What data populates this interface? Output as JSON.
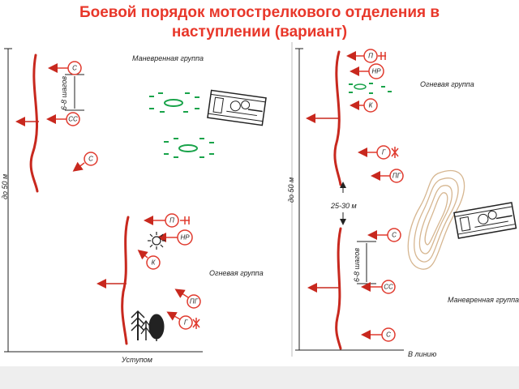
{
  "title": {
    "line1": "Боевой порядок мотострелкового отделения в",
    "line2": "наступлении (вариант)"
  },
  "left": {
    "distance": "до 50 м",
    "spacing": "6-8 шагов",
    "maneuver_group": "Маневренная группа",
    "fire_group": "Огневая группа",
    "caption": "Уступом",
    "roles": {
      "s1": "С",
      "ss": "СС",
      "s2": "С",
      "p": "П",
      "nr": "НР",
      "k": "К",
      "pg": "ПГ",
      "g": "Г"
    }
  },
  "right": {
    "distance": "до 50 м",
    "spacing": "6-8 шагов",
    "gap": "25-30 м",
    "fire_group": "Огневая группа",
    "maneuver_group": "Маневренная группа",
    "caption": "В линию",
    "roles": {
      "p": "П",
      "nr": "НР",
      "k": "К",
      "g": "Г",
      "pg": "ПГ",
      "s1": "С",
      "ss": "СС",
      "s2": "С"
    }
  },
  "colors": {
    "title": "#e8372a",
    "line": "#c8281e",
    "marker": "#e03a2e",
    "vehicle_group": "#19a34a",
    "terrain": "#d6b690"
  }
}
